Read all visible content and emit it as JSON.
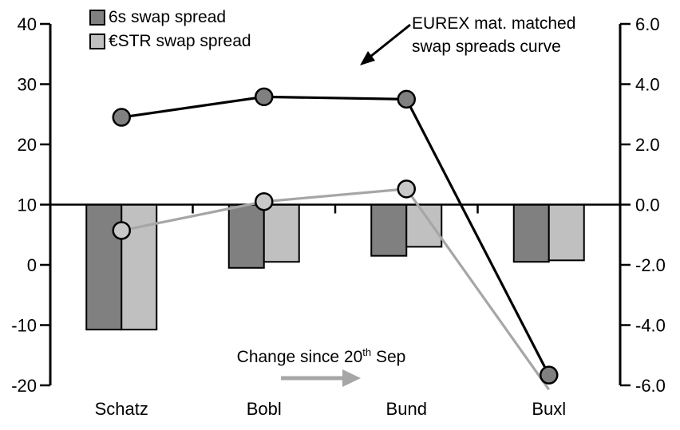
{
  "chart": {
    "legend": [
      {
        "label": "6s swap spread",
        "swatch_color": "#808080"
      },
      {
        "label": "€STR swap spread",
        "swatch_color": "#c0c0c0"
      }
    ],
    "annotation": {
      "line1": "EUREX mat. matched",
      "line2": "swap spreads curve"
    },
    "change_label": {
      "prefix": "Change since 20",
      "sup": "th",
      "suffix": " Sep"
    },
    "colors": {
      "bar_dark": "#808080",
      "bar_light": "#c0c0c0",
      "line_black": "#000000",
      "line_gray": "#a6a6a6",
      "marker_dark_fill": "#808080",
      "marker_light_fill": "#c8c8c8",
      "arrow_black": "#000000",
      "arrow_gray": "#a6a6a6",
      "axis": "#000000"
    }
  },
  "chart_data": {
    "type": "combo",
    "categories": [
      "Schatz",
      "Bobl",
      "Bund",
      "Buxl"
    ],
    "bar_series": [
      {
        "name": "6s swap spread change",
        "axis": "right",
        "color": "#808080",
        "values": [
          -4.15,
          -2.1,
          -1.7,
          -1.9
        ]
      },
      {
        "name": "€STR swap spread change",
        "axis": "right",
        "color": "#c0c0c0",
        "values": [
          -4.15,
          -1.9,
          -1.4,
          -1.85
        ]
      }
    ],
    "line_series": [
      {
        "name": "6s swap spread curve",
        "axis": "left",
        "line_color": "#000000",
        "marker_fill": "#808080",
        "values": [
          24.5,
          27.9,
          27.5,
          -18.3
        ]
      },
      {
        "name": "€STR swap spread curve",
        "axis": "left",
        "line_color": "#a6a6a6",
        "marker_fill": "#c8c8c8",
        "values": [
          5.7,
          10.5,
          12.6,
          -20.7
        ],
        "hide_last_marker": true
      }
    ],
    "left_axis": {
      "min": -20,
      "max": 40,
      "ticks": [
        40,
        30,
        20,
        10,
        0,
        -10,
        -20
      ]
    },
    "right_axis": {
      "min": -6,
      "max": 6,
      "ticks": [
        "6.0",
        "4.0",
        "2.0",
        "0.0",
        "-2.0",
        "-4.0",
        "-6.0"
      ]
    },
    "legend_position": "top-left",
    "grid": false
  }
}
